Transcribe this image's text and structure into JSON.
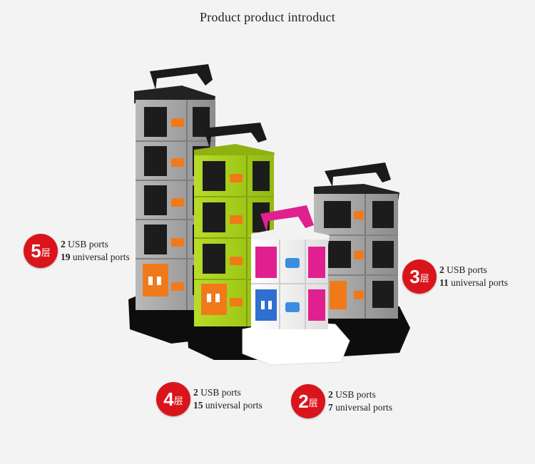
{
  "title": "Product product introduct",
  "callouts": [
    {
      "id": "5",
      "num": "5",
      "char": "层",
      "line1_num": "2",
      "line1_text": " USB ports",
      "line2_num": "19",
      "line2_text": " universal ports"
    },
    {
      "id": "3",
      "num": "3",
      "char": "层",
      "line1_num": "2",
      "line1_text": " USB ports",
      "line2_num": "11",
      "line2_text": " universal ports"
    },
    {
      "id": "4",
      "num": "4",
      "char": "层",
      "line1_num": "2",
      "line1_text": " USB ports",
      "line2_num": "15",
      "line2_text": " universal ports"
    },
    {
      "id": "2",
      "num": "2",
      "char": "层",
      "line1_num": "2",
      "line1_text": " USB ports",
      "line2_num": "7",
      "line2_text": " universal ports"
    }
  ],
  "colors": {
    "badge": "#d9151b",
    "tower_gray": "#9a9a9a",
    "tower_green": "#a9d21c",
    "tower_pink": "#e0208f",
    "switch_orange": "#f07a1a",
    "usb_blue": "#2f6fd0",
    "base_black": "#111111"
  }
}
